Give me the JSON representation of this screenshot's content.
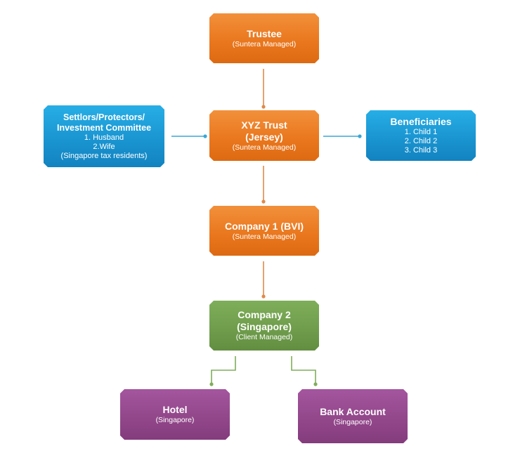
{
  "colors": {
    "orange": "#e9761c",
    "blue": "#1993cf",
    "green": "#6e9c4b",
    "purple": "#914689",
    "connector_orange": "#e08a4a",
    "connector_blue": "#3aa7d6",
    "connector_green": "#7fae5a"
  },
  "nodes": {
    "trustee": {
      "title": "Trustee",
      "subtitle": "(Suntera Managed)"
    },
    "xyz_trust": {
      "title_line1": "XYZ Trust",
      "title_line2": "(Jersey)",
      "subtitle": "(Suntera Managed)"
    },
    "settlors": {
      "title_line1": "Settlors/Protectors/",
      "title_line2": "Investment Committee",
      "items": [
        "1. Husband",
        "2.Wife",
        "(Singapore tax residents)"
      ]
    },
    "beneficiaries": {
      "title": "Beneficiaries",
      "items": [
        "1. Child 1",
        "2. Child 2",
        "3. Child 3"
      ]
    },
    "company1": {
      "title": "Company 1 (BVI)",
      "subtitle": "(Suntera Managed)"
    },
    "company2": {
      "title_line1": "Company 2",
      "title_line2": "(Singapore)",
      "subtitle": "(Client Managed)"
    },
    "hotel": {
      "title": "Hotel",
      "subtitle": "(Singapore)"
    },
    "bank_account": {
      "title": "Bank Account",
      "subtitle": "(Singapore)"
    }
  }
}
